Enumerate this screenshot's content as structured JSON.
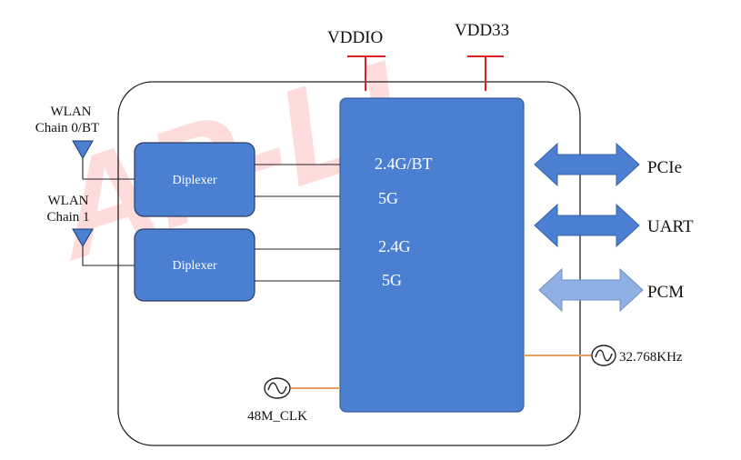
{
  "watermark": "AP-LI",
  "power": {
    "vddio": "VDDIO",
    "vdd33": "VDD33",
    "color": "#e02020"
  },
  "antennas": [
    {
      "line1": "WLAN",
      "line2": "Chain 0/BT"
    },
    {
      "line1": "WLAN",
      "line2": "Chain 1"
    }
  ],
  "diplexers": [
    "Diplexer",
    "Diplexer"
  ],
  "chip": {
    "color": "#4a7fd2",
    "band_a": "2.4G/BT",
    "band_b": "5G",
    "band_c": "2.4G",
    "band_d": "5G"
  },
  "interfaces": [
    {
      "label": "PCIe",
      "color": "#4a7fd2"
    },
    {
      "label": "UART",
      "color": "#4a7fd2"
    },
    {
      "label": "PCM",
      "color": "#8fb0e2"
    }
  ],
  "clocks": {
    "ext": "32.768KHz",
    "main": "48M_CLK",
    "line_color": "#e8a060"
  }
}
